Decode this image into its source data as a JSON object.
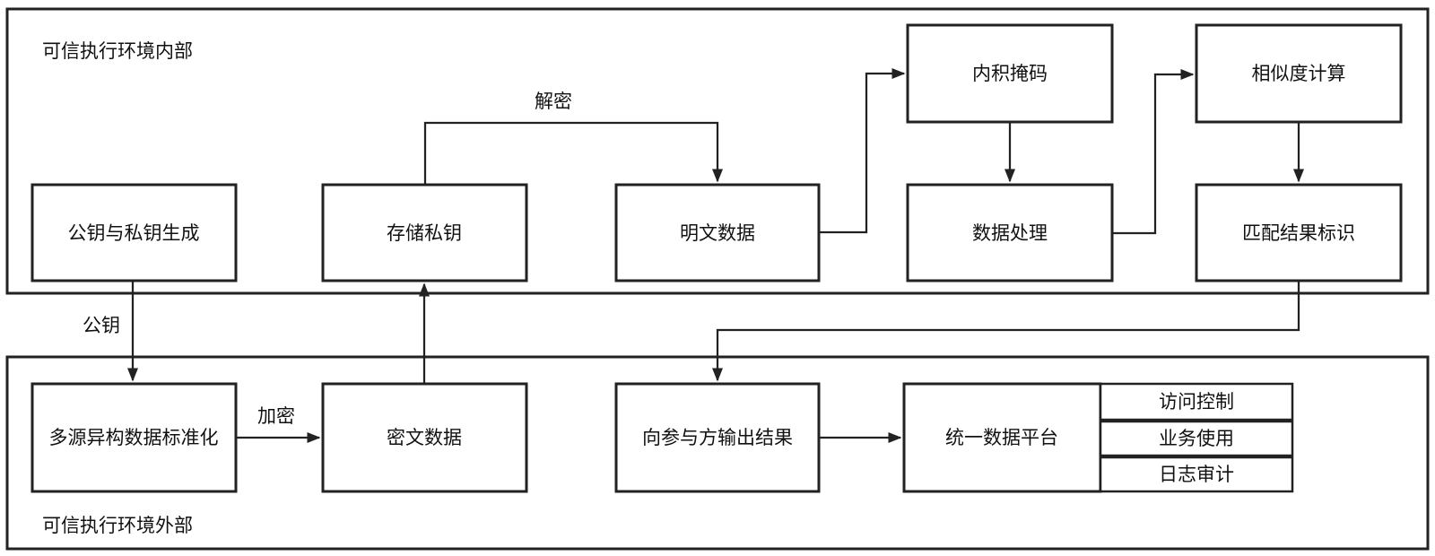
{
  "colors": {
    "line": "#222222",
    "background": "#ffffff",
    "text": "#111111"
  },
  "containers": {
    "inside": {
      "label": "可信执行环境内部"
    },
    "outside": {
      "label": "可信执行环境外部"
    }
  },
  "nodes": {
    "keygen": "公钥与私钥生成",
    "store_private_key": "存储私钥",
    "plaintext_data": "明文数据",
    "inner_product_mask": "内积掩码",
    "similarity_calc": "相似度计算",
    "data_processing": "数据处理",
    "match_result_id": "匹配结果标识",
    "multi_source_standardize": "多源异构数据标准化",
    "ciphertext_data": "密文数据",
    "output_to_participants": "向参与方输出结果",
    "unified_data_platform": "统一数据平台",
    "access_control": "访问控制",
    "business_use": "业务使用",
    "log_audit": "日志审计"
  },
  "edge_labels": {
    "decrypt": "解密",
    "public_key": "公钥",
    "encrypt": "加密"
  }
}
